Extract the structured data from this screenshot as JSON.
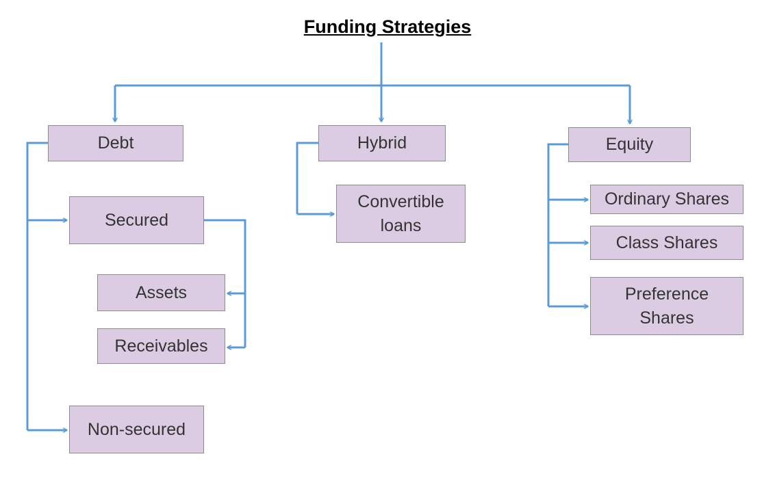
{
  "title": "Funding Strategies",
  "colors": {
    "connector": "#5b9bd5",
    "box_fill": "#dccce3",
    "box_border": "#8c8c8c",
    "text": "#333333"
  },
  "nodes": {
    "debt": "Debt",
    "hybrid": "Hybrid",
    "equity": "Equity",
    "secured": "Secured",
    "assets": "Assets",
    "receivables": "Receivables",
    "non_secured": "Non-secured",
    "convertible_loans": "Convertible\nloans",
    "ordinary_shares": "Ordinary Shares",
    "class_shares": "Class Shares",
    "preference_shares": "Preference\nShares"
  }
}
